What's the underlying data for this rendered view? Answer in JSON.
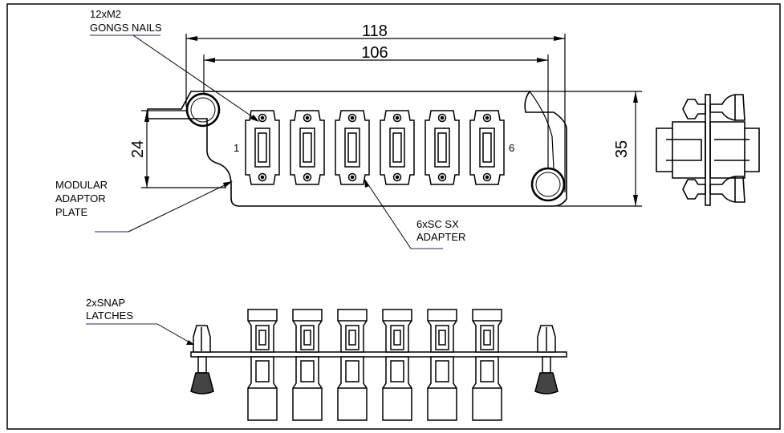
{
  "dimensions": {
    "overall_width": "118",
    "hole_spacing": "106",
    "plate_height": "35",
    "slot_height": "24"
  },
  "labels": {
    "nails_line1": "12xM2",
    "nails_line2": "GONGS NAILS",
    "plate_line1": "MODULAR",
    "plate_line2": "ADAPTOR",
    "plate_line3": "PLATE",
    "adapter_line1": "6xSC SX",
    "adapter_line2": "ADAPTER",
    "latch_line1": "2xSNAP",
    "latch_line2": "LATCHES"
  },
  "ports": {
    "first": "1",
    "last": "6"
  },
  "adapter_count": 6,
  "colors": {
    "line": "#000000",
    "leader": "#1a2a66",
    "background": "#ffffff"
  }
}
